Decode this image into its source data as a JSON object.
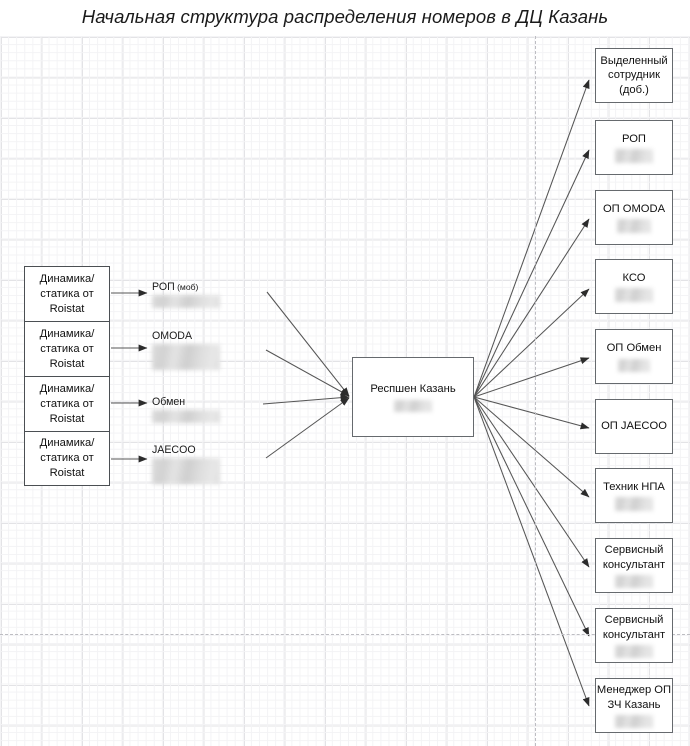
{
  "title": "Начальная структура распределения номеров в ДЦ Казань",
  "diagram": {
    "type": "flow-diagram",
    "background": "grid",
    "colors": {
      "node_border": "#666a6e",
      "source_border": "#4b4f53",
      "connector": "#555555",
      "grid_minor": "#f3f3f5",
      "grid_major": "#e3e3e6",
      "guide_dash": "#bdbdc2",
      "text": "#111111"
    },
    "sources": {
      "group_name": "roistat-sources",
      "items": [
        {
          "label": "Динамика/\nстатика от\nRoistat"
        },
        {
          "label": "Динамика/\nстатика от\nRoistat"
        },
        {
          "label": "Динамика/\nстатика от\nRoistat"
        },
        {
          "label": "Динамика/\nстатика от\nRoistat"
        }
      ]
    },
    "channels": [
      {
        "name": "РОП",
        "suffix": " (моб)",
        "redacted": true,
        "redacted_lines": 1
      },
      {
        "name": "OMODA",
        "suffix": "",
        "redacted": true,
        "redacted_lines": 2
      },
      {
        "name": "Обмен",
        "suffix": "",
        "redacted": true,
        "redacted_lines": 1
      },
      {
        "name": "JAECOO",
        "suffix": "",
        "redacted": true,
        "redacted_lines": 2
      }
    ],
    "hub": {
      "label": "Респшен Казань",
      "redacted": true
    },
    "targets": [
      {
        "label": "Выделенный\nсотрудник\n(доб.)",
        "redacted": false
      },
      {
        "label": "РОП",
        "redacted": true
      },
      {
        "label": "ОП OMODA",
        "redacted": true
      },
      {
        "label": "КСО",
        "redacted": true
      },
      {
        "label": "ОП Обмен",
        "redacted": true
      },
      {
        "label": "ОП JAECOO",
        "redacted": false
      },
      {
        "label": "Техник НПА",
        "redacted": true
      },
      {
        "label": "Сервисный\nконсультант",
        "redacted": true
      },
      {
        "label": "Сервисный\nконсультант",
        "redacted": true
      },
      {
        "label": "Менеджер ОП\nЗЧ Казань",
        "redacted": true
      }
    ]
  }
}
